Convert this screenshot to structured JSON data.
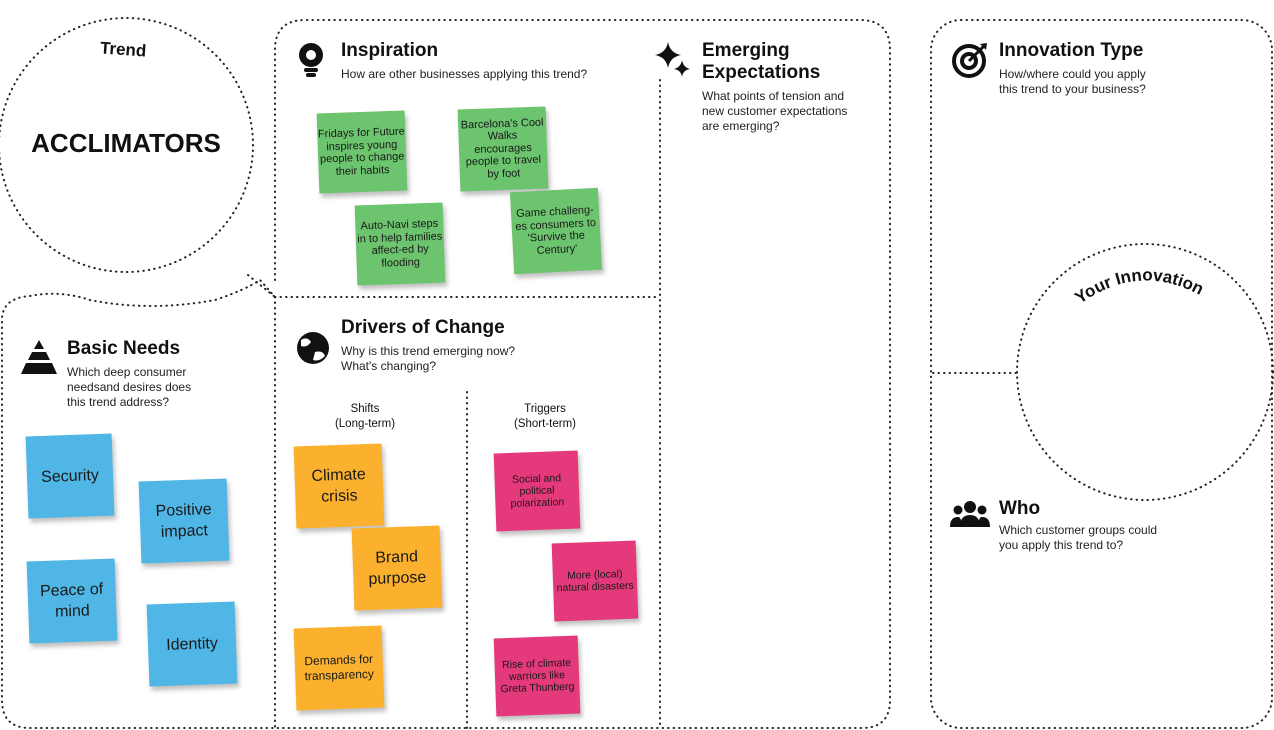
{
  "trend": {
    "label": "Trend",
    "name": "ACCLIMATORS"
  },
  "inspiration": {
    "title": "Inspiration",
    "question": "How are other businesses applying this trend?",
    "notes": [
      "Fridays for Future inspires young people to change their habits",
      "Barcelona's Cool Walks encourages people to travel by foot",
      "Auto-Navi steps in to help families affect-ed by flooding",
      "Game challeng-es consumers to 'Survive the Century'"
    ]
  },
  "emerging": {
    "title_line1": "Emerging",
    "title_line2": "Expectations",
    "question": "What points of tension and new customer expectations are emerging?"
  },
  "innovation_type": {
    "title": "Innovation Type",
    "question": "How/where could you apply this trend to your business?"
  },
  "your_innovation": {
    "label": "Your Innovation"
  },
  "who": {
    "title": "Who",
    "question": "Which customer groups could you apply this trend to?"
  },
  "basic_needs": {
    "title": "Basic Needs",
    "question": "Which deep consumer needsand desires does this trend address?",
    "notes": [
      "Security",
      "Positive impact",
      "Peace of mind",
      "Identity"
    ]
  },
  "drivers": {
    "title": "Drivers of Change",
    "question_line1": "Why is this trend emerging now?",
    "question_line2": "What's changing?",
    "shifts": {
      "label_line1": "Shifts",
      "label_line2": "(Long-term)",
      "notes": [
        "Climate crisis",
        "Brand purpose",
        "Demands for transparency"
      ]
    },
    "triggers": {
      "label_line1": "Triggers",
      "label_line2": "(Short-term)",
      "notes": [
        "Social and political polarization",
        "More (local) natural disasters",
        "Rise of climate warriors like Greta Thunberg"
      ]
    }
  },
  "colors": {
    "green": "#6cc46e",
    "blue": "#4fb6e6",
    "orange": "#fbb12e",
    "pink": "#e4397a"
  }
}
